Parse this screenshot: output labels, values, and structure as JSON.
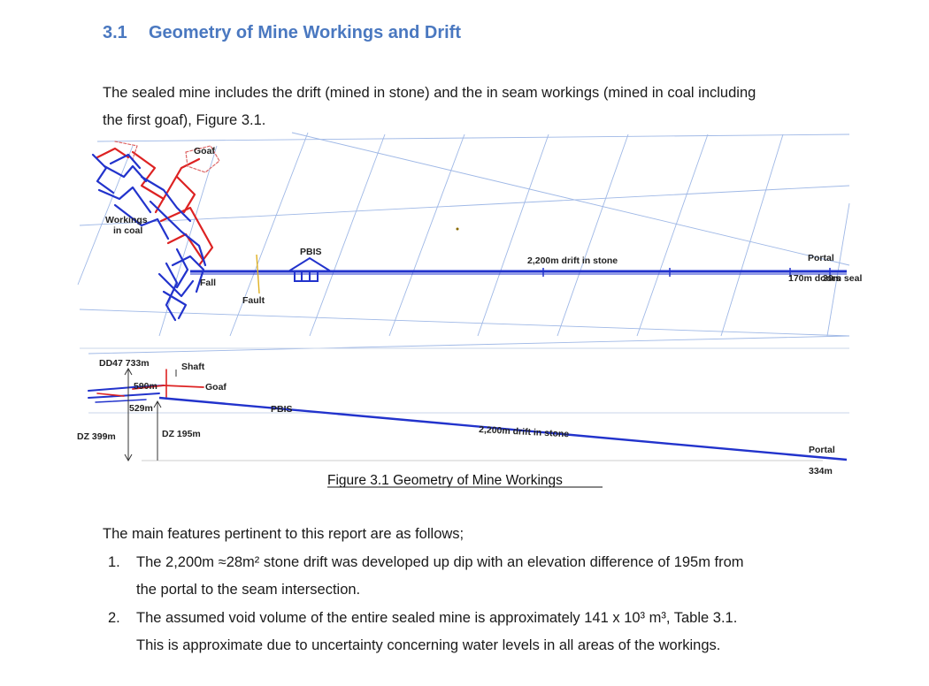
{
  "heading": {
    "number": "3.1",
    "title": "Geometry of Mine Workings and Drift"
  },
  "intro_lines": [
    "The sealed mine includes the drift (mined in stone) and the in seam workings (mined in coal including",
    "the first goaf), Figure 3.1."
  ],
  "figure": {
    "plan": {
      "goaf": "Goaf",
      "workings_line1": "Workings",
      "workings_line2": "in coal",
      "fall": "Fall",
      "fault": "Fault",
      "pbis": "PBIS",
      "drift": "2,200m drift in stone",
      "portal": "Portal",
      "doors": "170m doors",
      "seal": "30m seal"
    },
    "section": {
      "dd47": "DD47 733m",
      "shaft": "Shaft",
      "l590": "590m",
      "goaf": "Goaf",
      "l529": "529m",
      "pbis": "PBIS",
      "drift": "2,200m drift in stone",
      "dz399": "DZ 399m",
      "dz195": "DZ 195m",
      "portal": "Portal",
      "l334": "334m"
    },
    "caption": "Figure 3.1 Geometry of Mine Workings",
    "colors": {
      "drift": "#2233cc",
      "goaf": "#dd2222",
      "grid": "#9fb8e6",
      "fault": "#e0b020"
    }
  },
  "features_intro": "The main features pertinent to this report are as follows;",
  "items": [
    {
      "n": "1.",
      "lines": [
        "The 2,200m ≈28m² stone drift was developed up dip with an elevation difference of 195m from",
        "the portal to the seam intersection."
      ]
    },
    {
      "n": "2.",
      "lines": [
        "The assumed void volume of the entire sealed mine is approximately 141 x 10³ m³, Table 3.1.",
        "This is approximate due to uncertainty concerning water levels in all areas of the workings."
      ]
    }
  ]
}
